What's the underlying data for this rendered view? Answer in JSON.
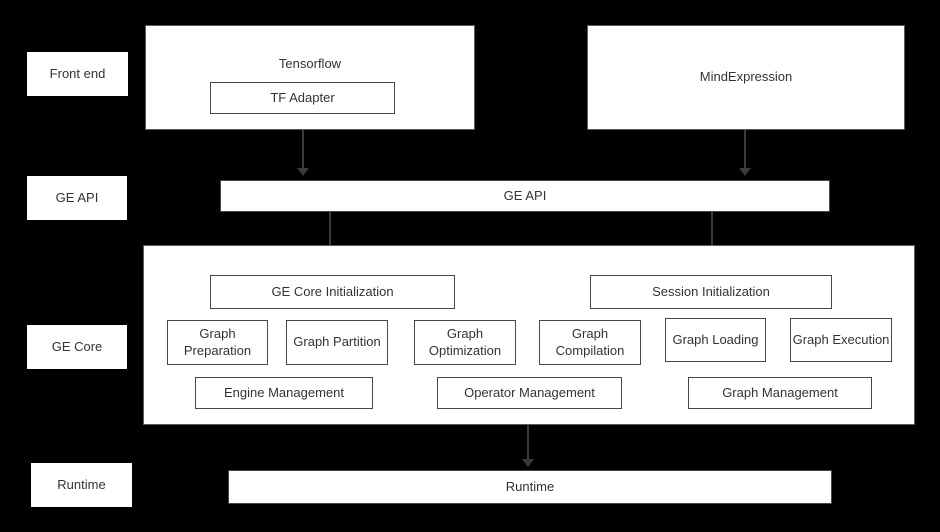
{
  "side_labels": {
    "frontend": "Front end",
    "ge_api": "GE API",
    "ge_core": "GE Core",
    "runtime": "Runtime"
  },
  "frontend": {
    "tensorflow": "Tensorflow",
    "tf_adapter": "TF Adapter",
    "mindexpression": "MindExpression"
  },
  "ge_api_bar": "GE API",
  "ge_core": {
    "initialization": [
      "GE Core Initialization",
      "Session Initialization"
    ],
    "stages": [
      "Graph Preparation",
      "Graph Partition",
      "Graph Optimization",
      "Graph Compilation",
      "Graph Loading",
      "Graph Execution"
    ],
    "management": [
      "Engine Management",
      "Operator Management",
      "Graph Management"
    ]
  },
  "runtime_bar": "Runtime",
  "palette": {
    "background": "#000000",
    "box_fill": "#ffffff",
    "box_border": "#474747",
    "text": "#333333",
    "arrow": "#3b3b3b"
  }
}
